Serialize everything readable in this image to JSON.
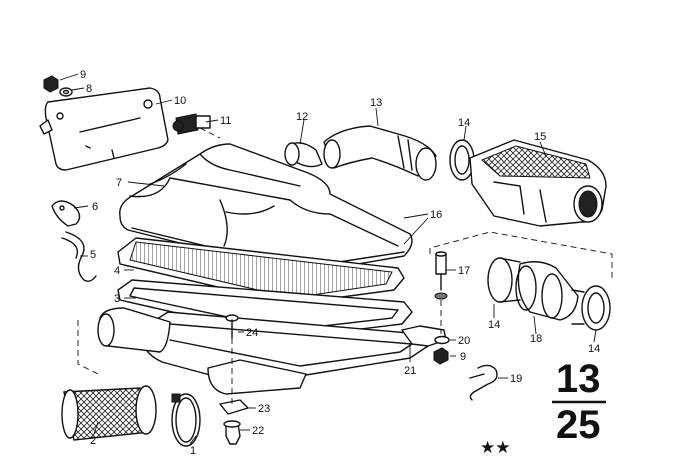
{
  "callouts": [
    {
      "id": "9a",
      "label": "9"
    },
    {
      "id": "8",
      "label": "8"
    },
    {
      "id": "10",
      "label": "10"
    },
    {
      "id": "11",
      "label": "11"
    },
    {
      "id": "12",
      "label": "12"
    },
    {
      "id": "13",
      "label": "13"
    },
    {
      "id": "14a",
      "label": "14"
    },
    {
      "id": "15",
      "label": "15"
    },
    {
      "id": "7",
      "label": "7"
    },
    {
      "id": "6",
      "label": "6"
    },
    {
      "id": "16",
      "label": "16"
    },
    {
      "id": "5",
      "label": "5"
    },
    {
      "id": "4",
      "label": "4"
    },
    {
      "id": "17",
      "label": "17"
    },
    {
      "id": "3",
      "label": "3"
    },
    {
      "id": "14b",
      "label": "14"
    },
    {
      "id": "18",
      "label": "18"
    },
    {
      "id": "14c",
      "label": "14"
    },
    {
      "id": "24",
      "label": "24"
    },
    {
      "id": "20",
      "label": "20"
    },
    {
      "id": "9b",
      "label": "9"
    },
    {
      "id": "21",
      "label": "21"
    },
    {
      "id": "19",
      "label": "19"
    },
    {
      "id": "23",
      "label": "23"
    },
    {
      "id": "22",
      "label": "22"
    },
    {
      "id": "2",
      "label": "2"
    },
    {
      "id": "1",
      "label": "1"
    }
  ],
  "page_code": {
    "top": "13",
    "bottom": "25"
  },
  "stars": "★★"
}
